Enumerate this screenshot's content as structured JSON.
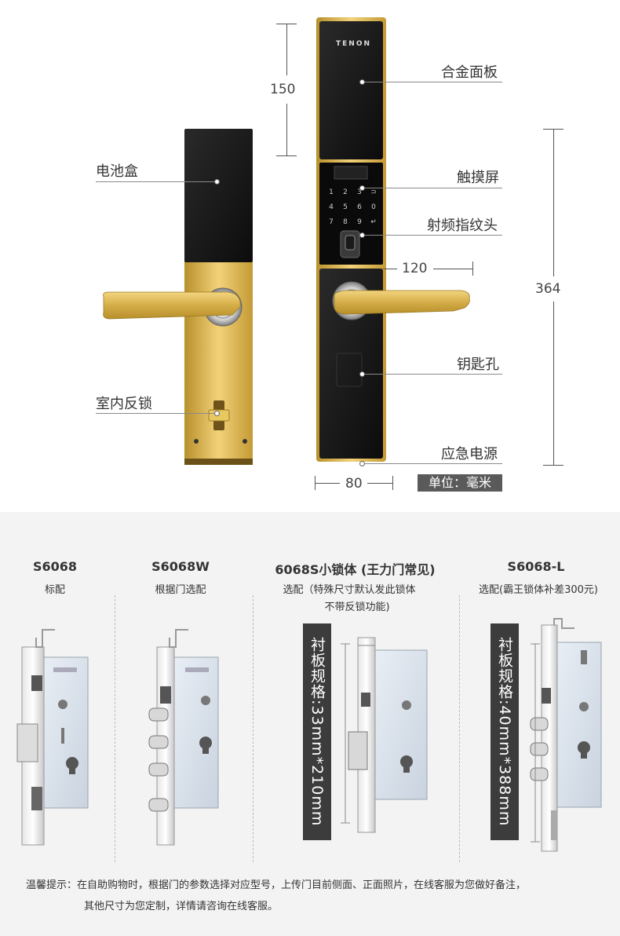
{
  "brand": "TENON",
  "callouts": {
    "battery_box": "电池盒",
    "indoor_lock": "室内反锁",
    "alloy_panel": "合金面板",
    "touchscreen": "触摸屏",
    "fingerprint": "射频指纹头",
    "keyhole": "钥匙孔",
    "emergency_power": "应急电源"
  },
  "dimensions": {
    "top_height": "150",
    "handle_length": "120",
    "total_height": "364",
    "width": "80",
    "unit_label": "单位：毫米"
  },
  "keypad": [
    "1",
    "2",
    "3",
    "⊃",
    "4",
    "5",
    "6",
    "0",
    "7",
    "8",
    "9",
    "↵"
  ],
  "models": [
    {
      "title": "S6068",
      "subtitle": "标配",
      "subtitle2": ""
    },
    {
      "title": "S6068W",
      "subtitle": "根据门选配",
      "subtitle2": ""
    },
    {
      "title": "6068S小锁体 (王力门常见)",
      "subtitle": "选配（特殊尺寸默认发此锁体",
      "subtitle2": "不带反锁功能)"
    },
    {
      "title": "S6068-L",
      "subtitle": "选配(霸王锁体补差300元)",
      "subtitle2": ""
    }
  ],
  "spec_tags": {
    "small_body": "衬板规格:33mm*210mm",
    "large_body": "衬板规格:40mm*388mm"
  },
  "tips": {
    "line1": "温馨提示：在自助购物时，根据门的参数选择对应型号，上传门目前侧面、正面照片，在线客服为您做好备注，",
    "line2": "其他尺寸为您定制，详情请咨询在线客服。"
  }
}
